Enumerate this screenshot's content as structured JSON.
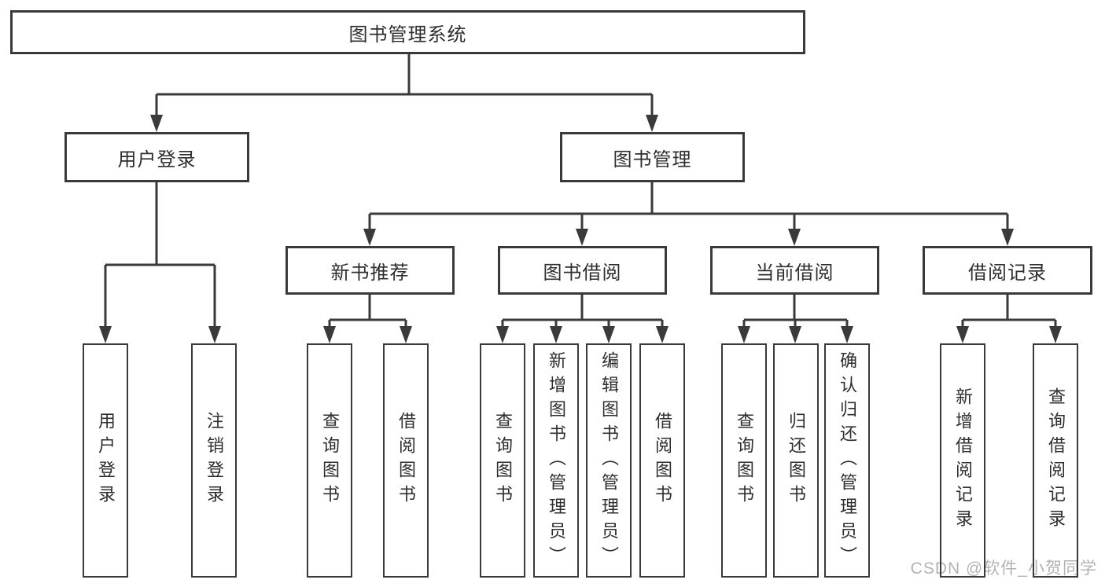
{
  "diagram": {
    "root": {
      "label": "图书管理系统"
    },
    "branches": [
      {
        "label": "用户登录",
        "children": [
          "用户登录",
          "注销登录"
        ]
      },
      {
        "label": "图书管理",
        "children": [
          {
            "label": "新书推荐",
            "children": [
              "查询图书",
              "借阅图书"
            ]
          },
          {
            "label": "图书借阅",
            "children": [
              "查询图书",
              "新增图书（管理员）",
              "编辑图书（管理员）",
              "借阅图书"
            ]
          },
          {
            "label": "当前借阅",
            "children": [
              "查询图书",
              "归还图书",
              "确认归还（管理员）"
            ]
          },
          {
            "label": "借阅记录",
            "children": [
              "新增借阅记录",
              "查询借阅记录"
            ]
          }
        ]
      }
    ],
    "watermark": "CSDN @软件_小贺同学",
    "colors": {
      "line": "#3a3a3a",
      "text": "#2e2e2e",
      "watermark": "#b3b3b3",
      "background": "#ffffff"
    }
  }
}
